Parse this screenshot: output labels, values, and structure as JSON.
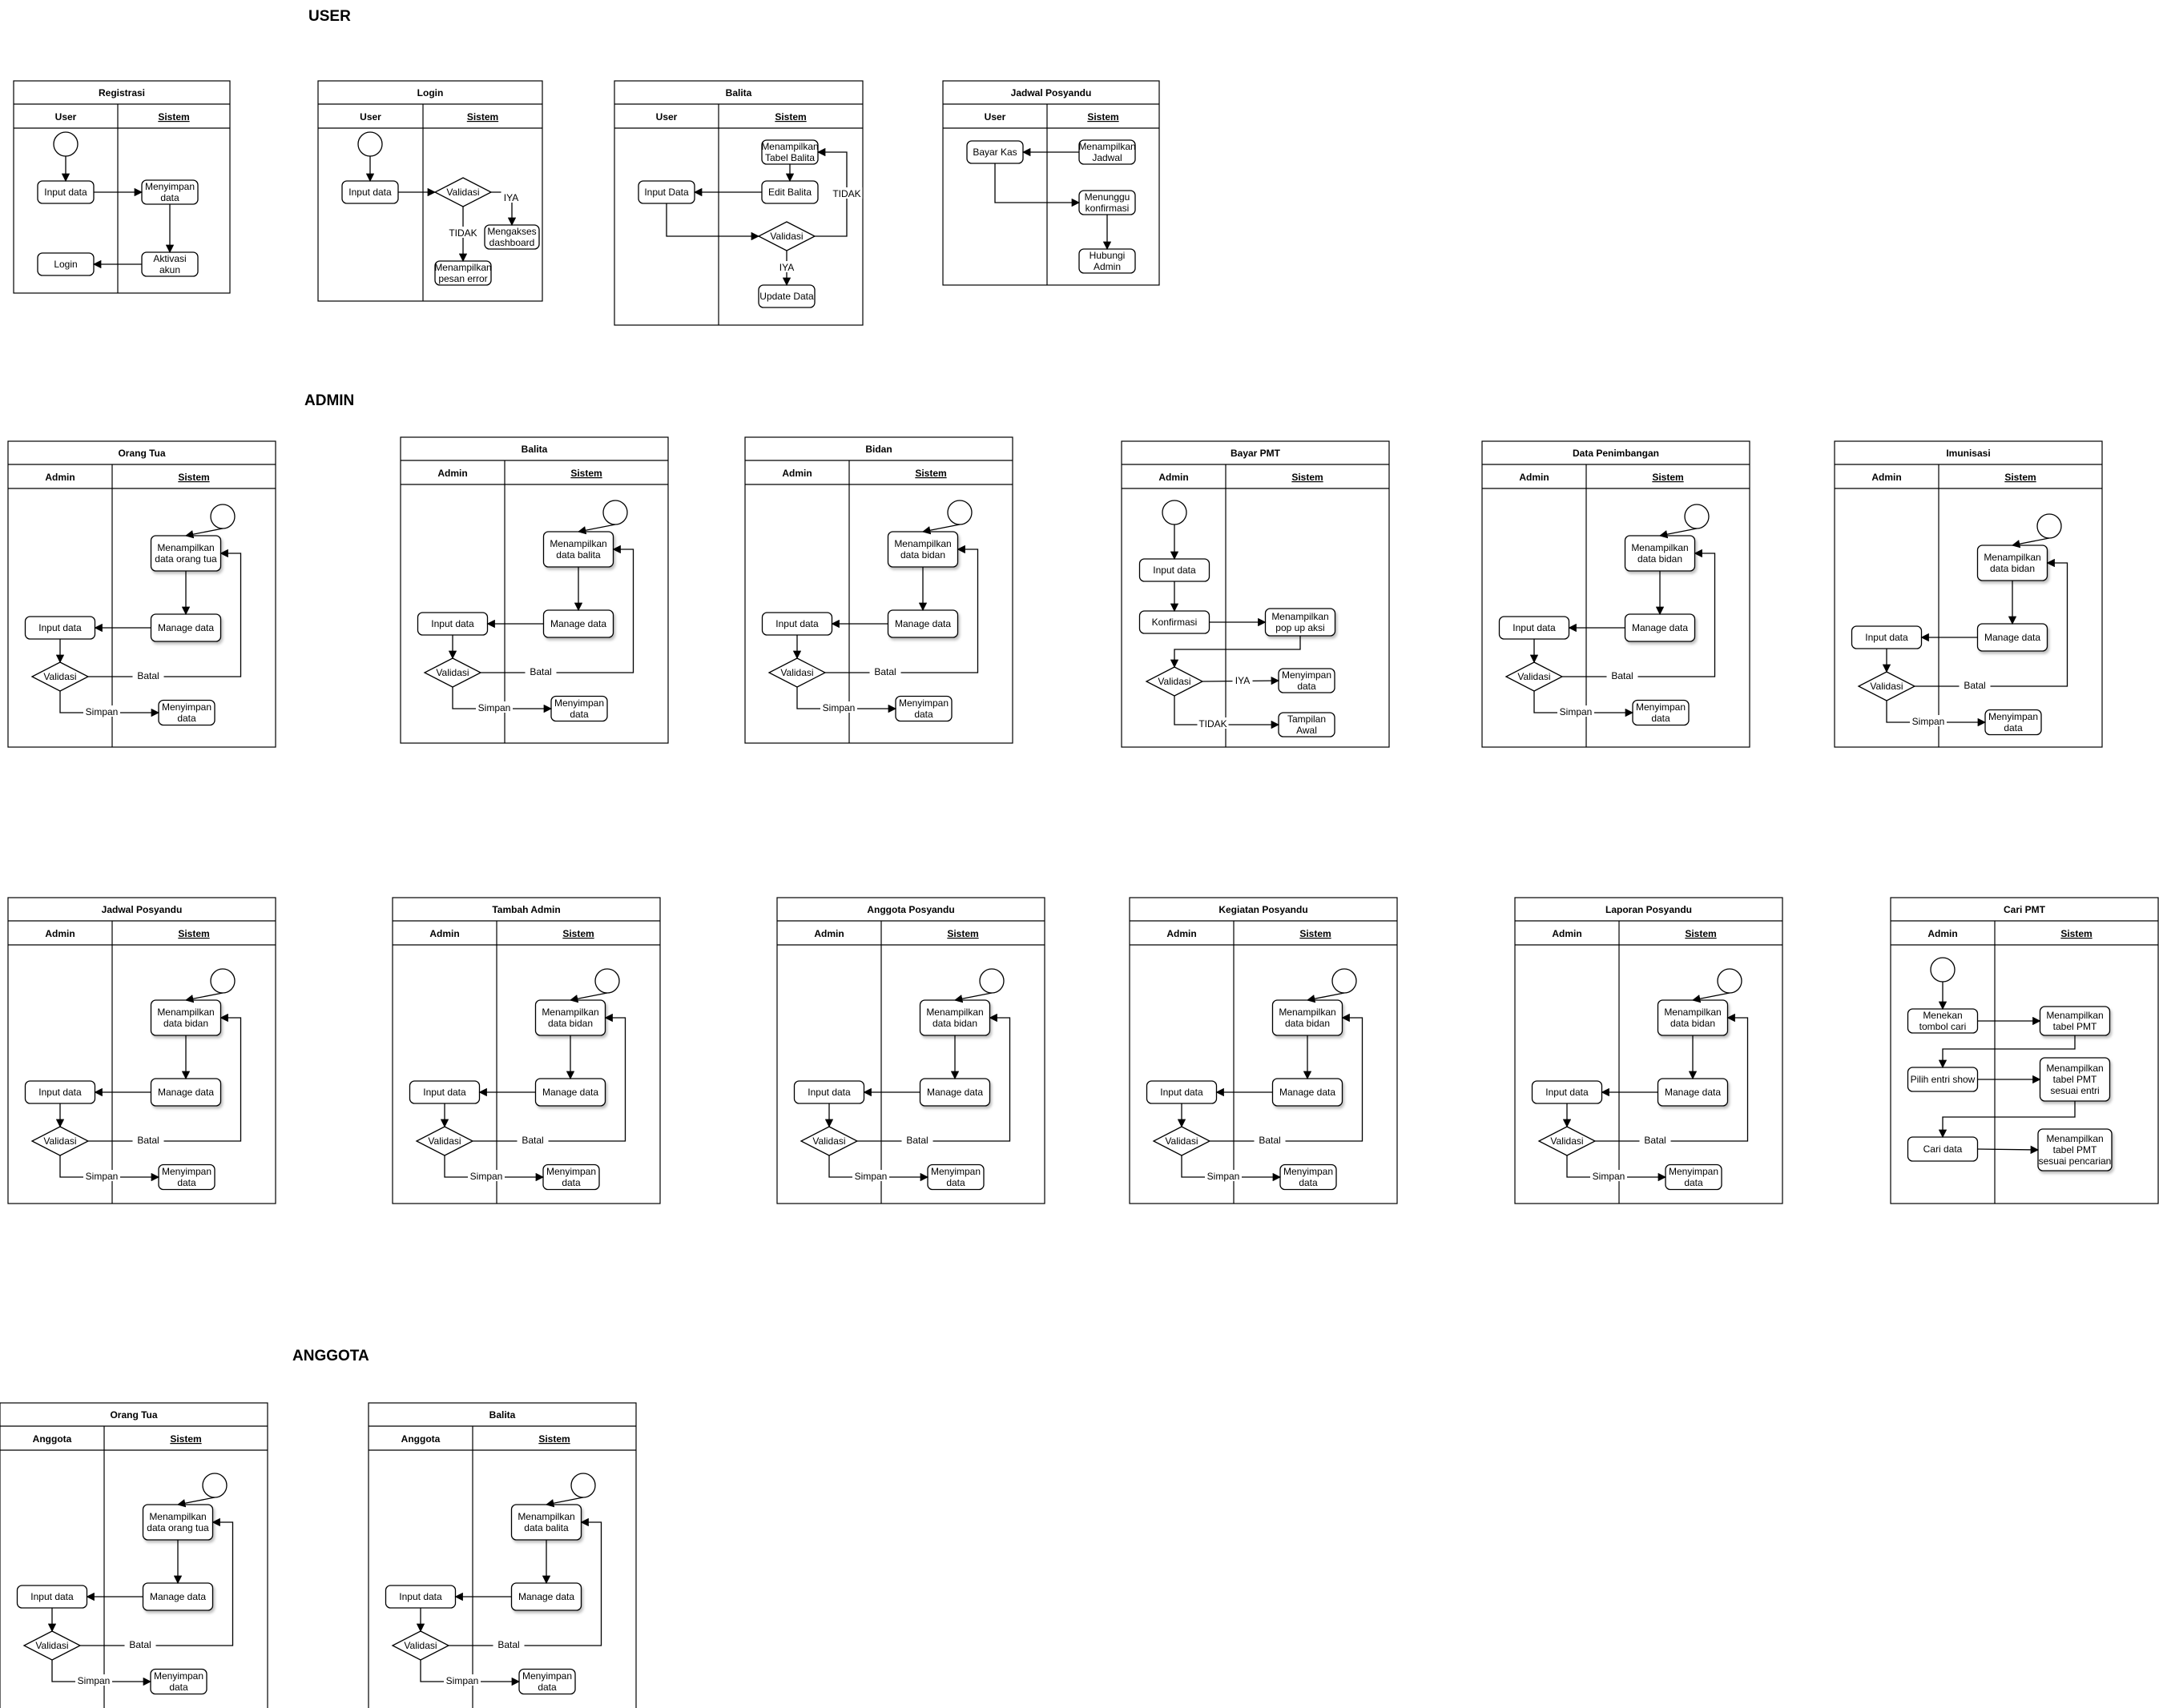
{
  "sections": [
    {
      "title": "USER"
    },
    {
      "title": "ADMIN"
    },
    {
      "title": "ANGGOTA"
    }
  ],
  "diagrams": [
    {
      "title": "Registrasi",
      "left": "User",
      "right": "Sistem",
      "nodes": [
        {
          "type": "start"
        },
        {
          "type": "box",
          "lines": [
            "Input data"
          ]
        },
        {
          "type": "box",
          "lines": [
            "Menyimpan",
            "data"
          ]
        },
        {
          "type": "box",
          "lines": [
            "Aktivasi",
            "akun"
          ]
        },
        {
          "type": "box",
          "lines": [
            "Login"
          ]
        }
      ],
      "labels": []
    },
    {
      "title": "Login",
      "left": "User",
      "right": "Sistem",
      "nodes": [
        {
          "type": "start"
        },
        {
          "type": "box",
          "lines": [
            "Input data"
          ]
        },
        {
          "type": "diamond",
          "lines": [
            "Validasi"
          ]
        },
        {
          "type": "box",
          "lines": [
            "Mengakses",
            "dashboard"
          ]
        },
        {
          "type": "box",
          "lines": [
            "Menampilkan",
            "pesan error"
          ]
        }
      ],
      "labels": [
        "IYA",
        "TIDAK"
      ]
    },
    {
      "title": "Balita",
      "left": "User",
      "right": "Sistem",
      "nodes": [
        {
          "type": "box",
          "lines": [
            "Menampilkan",
            "Tabel Balita"
          ]
        },
        {
          "type": "box",
          "lines": [
            "Edit Balita"
          ]
        },
        {
          "type": "box",
          "lines": [
            "Input Data"
          ]
        },
        {
          "type": "diamond",
          "lines": [
            "Validasi"
          ]
        },
        {
          "type": "box",
          "lines": [
            "Update Data"
          ]
        }
      ],
      "labels": [
        "TIDAK",
        "IYA"
      ]
    },
    {
      "title": "Jadwal Posyandu",
      "left": "User",
      "right": "Sistem",
      "nodes": [
        {
          "type": "box",
          "lines": [
            "Bayar Kas"
          ]
        },
        {
          "type": "box",
          "lines": [
            "Menampilkan",
            "Jadwal"
          ]
        },
        {
          "type": "box",
          "lines": [
            "Menunggu",
            "konfirmasi"
          ]
        },
        {
          "type": "box",
          "lines": [
            "Hubungi",
            "Admin"
          ]
        }
      ],
      "labels": []
    },
    {
      "title": "Orang Tua",
      "left": "Admin",
      "right": "Sistem",
      "nodes": [
        {
          "type": "start"
        },
        {
          "type": "box",
          "lines": [
            "Menampilkan",
            "data orang tua"
          ]
        },
        {
          "type": "box",
          "lines": [
            "Manage data"
          ]
        },
        {
          "type": "box",
          "lines": [
            "Input data"
          ]
        },
        {
          "type": "diamond",
          "lines": [
            "Validasi"
          ]
        },
        {
          "type": "box",
          "lines": [
            "Menyimpan",
            "data"
          ]
        }
      ],
      "labels": [
        "Batal",
        "Simpan"
      ]
    },
    {
      "title": "Balita",
      "left": "Admin",
      "right": "Sistem",
      "nodes": [
        {
          "type": "start"
        },
        {
          "type": "box",
          "lines": [
            "Menampilkan",
            "data balita"
          ]
        },
        {
          "type": "box",
          "lines": [
            "Manage data"
          ]
        },
        {
          "type": "box",
          "lines": [
            "Input data"
          ]
        },
        {
          "type": "diamond",
          "lines": [
            "Validasi"
          ]
        },
        {
          "type": "box",
          "lines": [
            "Menyimpan",
            "data"
          ]
        }
      ],
      "labels": [
        "Batal",
        "Simpan"
      ]
    },
    {
      "title": "Bidan",
      "left": "Admin",
      "right": "Sistem",
      "nodes": [
        {
          "type": "start"
        },
        {
          "type": "box",
          "lines": [
            "Menampilkan",
            "data bidan"
          ]
        },
        {
          "type": "box",
          "lines": [
            "Manage data"
          ]
        },
        {
          "type": "box",
          "lines": [
            "Input data"
          ]
        },
        {
          "type": "diamond",
          "lines": [
            "Validasi"
          ]
        },
        {
          "type": "box",
          "lines": [
            "Menyimpan",
            "data"
          ]
        }
      ],
      "labels": [
        "Batal",
        "Simpan"
      ]
    },
    {
      "title": "Bayar PMT",
      "left": "Admin",
      "right": "Sistem",
      "nodes": [
        {
          "type": "start"
        },
        {
          "type": "box",
          "lines": [
            "Input data"
          ]
        },
        {
          "type": "box",
          "lines": [
            "Konfirmasi"
          ]
        },
        {
          "type": "box",
          "lines": [
            "Menampilkan",
            "pop up aksi"
          ]
        },
        {
          "type": "diamond",
          "lines": [
            "Validasi"
          ]
        },
        {
          "type": "box",
          "lines": [
            "Menyimpan",
            "data"
          ]
        },
        {
          "type": "box",
          "lines": [
            "Tampilan",
            "Awal"
          ]
        }
      ],
      "labels": [
        "IYA",
        "TIDAK"
      ]
    },
    {
      "title": "Data Penimbangan",
      "left": "Admin",
      "right": "Sistem",
      "nodes": [
        {
          "type": "start"
        },
        {
          "type": "box",
          "lines": [
            "Menampilkan",
            "data bidan"
          ]
        },
        {
          "type": "box",
          "lines": [
            "Manage data"
          ]
        },
        {
          "type": "box",
          "lines": [
            "Input data"
          ]
        },
        {
          "type": "diamond",
          "lines": [
            "Validasi"
          ]
        },
        {
          "type": "box",
          "lines": [
            "Menyimpan",
            "data"
          ]
        }
      ],
      "labels": [
        "Batal",
        "Simpan"
      ]
    },
    {
      "title": "Imunisasi",
      "left": "Admin",
      "right": "Sistem",
      "nodes": [
        {
          "type": "start"
        },
        {
          "type": "box",
          "lines": [
            "Menampilkan",
            "data bidan"
          ]
        },
        {
          "type": "box",
          "lines": [
            "Manage data"
          ]
        },
        {
          "type": "box",
          "lines": [
            "Input data"
          ]
        },
        {
          "type": "diamond",
          "lines": [
            "Validasi"
          ]
        },
        {
          "type": "box",
          "lines": [
            "Menyimpan",
            "data"
          ]
        }
      ],
      "labels": [
        "Batal",
        "Simpan"
      ]
    },
    {
      "title": "Jadwal Posyandu",
      "left": "Admin",
      "right": "Sistem",
      "nodes": [
        {
          "type": "start"
        },
        {
          "type": "box",
          "lines": [
            "Menampilkan",
            "data bidan"
          ]
        },
        {
          "type": "box",
          "lines": [
            "Manage data"
          ]
        },
        {
          "type": "box",
          "lines": [
            "Input data"
          ]
        },
        {
          "type": "diamond",
          "lines": [
            "Validasi"
          ]
        },
        {
          "type": "box",
          "lines": [
            "Menyimpan",
            "data"
          ]
        }
      ],
      "labels": [
        "Batal",
        "Simpan"
      ]
    },
    {
      "title": "Tambah Admin",
      "left": "Admin",
      "right": "Sistem",
      "nodes": [
        {
          "type": "start"
        },
        {
          "type": "box",
          "lines": [
            "Menampilkan",
            "data bidan"
          ]
        },
        {
          "type": "box",
          "lines": [
            "Manage data"
          ]
        },
        {
          "type": "box",
          "lines": [
            "Input data"
          ]
        },
        {
          "type": "diamond",
          "lines": [
            "Validasi"
          ]
        },
        {
          "type": "box",
          "lines": [
            "Menyimpan",
            "data"
          ]
        }
      ],
      "labels": [
        "Batal",
        "Simpan"
      ]
    },
    {
      "title": "Anggota Posyandu",
      "left": "Admin",
      "right": "Sistem",
      "nodes": [
        {
          "type": "start"
        },
        {
          "type": "box",
          "lines": [
            "Menampilkan",
            "data bidan"
          ]
        },
        {
          "type": "box",
          "lines": [
            "Manage data"
          ]
        },
        {
          "type": "box",
          "lines": [
            "Input data"
          ]
        },
        {
          "type": "diamond",
          "lines": [
            "Validasi"
          ]
        },
        {
          "type": "box",
          "lines": [
            "Menyimpan",
            "data"
          ]
        }
      ],
      "labels": [
        "Batal",
        "Simpan"
      ]
    },
    {
      "title": "Kegiatan Posyandu",
      "left": "Admin",
      "right": "Sistem",
      "nodes": [
        {
          "type": "start"
        },
        {
          "type": "box",
          "lines": [
            "Menampilkan",
            "data bidan"
          ]
        },
        {
          "type": "box",
          "lines": [
            "Manage data"
          ]
        },
        {
          "type": "box",
          "lines": [
            "Input data"
          ]
        },
        {
          "type": "diamond",
          "lines": [
            "Validasi"
          ]
        },
        {
          "type": "box",
          "lines": [
            "Menyimpan",
            "data"
          ]
        }
      ],
      "labels": [
        "Batal",
        "Simpan"
      ]
    },
    {
      "title": "Laporan Posyandu",
      "left": "Admin",
      "right": "Sistem",
      "nodes": [
        {
          "type": "start"
        },
        {
          "type": "box",
          "lines": [
            "Menampilkan",
            "data bidan"
          ]
        },
        {
          "type": "box",
          "lines": [
            "Manage data"
          ]
        },
        {
          "type": "box",
          "lines": [
            "Input data"
          ]
        },
        {
          "type": "diamond",
          "lines": [
            "Validasi"
          ]
        },
        {
          "type": "box",
          "lines": [
            "Menyimpan",
            "data"
          ]
        }
      ],
      "labels": [
        "Batal",
        "Simpan"
      ]
    },
    {
      "title": "Cari PMT",
      "left": "Admin",
      "right": "Sistem",
      "nodes": [
        {
          "type": "start"
        },
        {
          "type": "box",
          "lines": [
            "Menekan",
            "tombol cari"
          ]
        },
        {
          "type": "box",
          "lines": [
            "Menampilkan",
            "tabel PMT"
          ]
        },
        {
          "type": "box",
          "lines": [
            "Pilih entri show"
          ]
        },
        {
          "type": "box",
          "lines": [
            "Menampilkan",
            "tabel PMT",
            "sesuai entri"
          ]
        },
        {
          "type": "box",
          "lines": [
            "Cari data"
          ]
        },
        {
          "type": "box",
          "lines": [
            "Menampilkan",
            "tabel PMT",
            "sesuai pencarian"
          ]
        }
      ],
      "labels": []
    },
    {
      "title": "Orang Tua",
      "left": "Anggota",
      "right": "Sistem",
      "nodes": [
        {
          "type": "start"
        },
        {
          "type": "box",
          "lines": [
            "Menampilkan",
            "data orang tua"
          ]
        },
        {
          "type": "box",
          "lines": [
            "Manage data"
          ]
        },
        {
          "type": "box",
          "lines": [
            "Input data"
          ]
        },
        {
          "type": "diamond",
          "lines": [
            "Validasi"
          ]
        },
        {
          "type": "box",
          "lines": [
            "Menyimpan",
            "data"
          ]
        }
      ],
      "labels": [
        "Batal",
        "Simpan"
      ]
    },
    {
      "title": "Balita",
      "left": "Anggota",
      "right": "Sistem",
      "nodes": [
        {
          "type": "start"
        },
        {
          "type": "box",
          "lines": [
            "Menampilkan",
            "data balita"
          ]
        },
        {
          "type": "box",
          "lines": [
            "Manage data"
          ]
        },
        {
          "type": "box",
          "lines": [
            "Input data"
          ]
        },
        {
          "type": "diamond",
          "lines": [
            "Validasi"
          ]
        },
        {
          "type": "box",
          "lines": [
            "Menyimpan",
            "data"
          ]
        }
      ],
      "labels": [
        "Batal",
        "Simpan"
      ]
    }
  ]
}
